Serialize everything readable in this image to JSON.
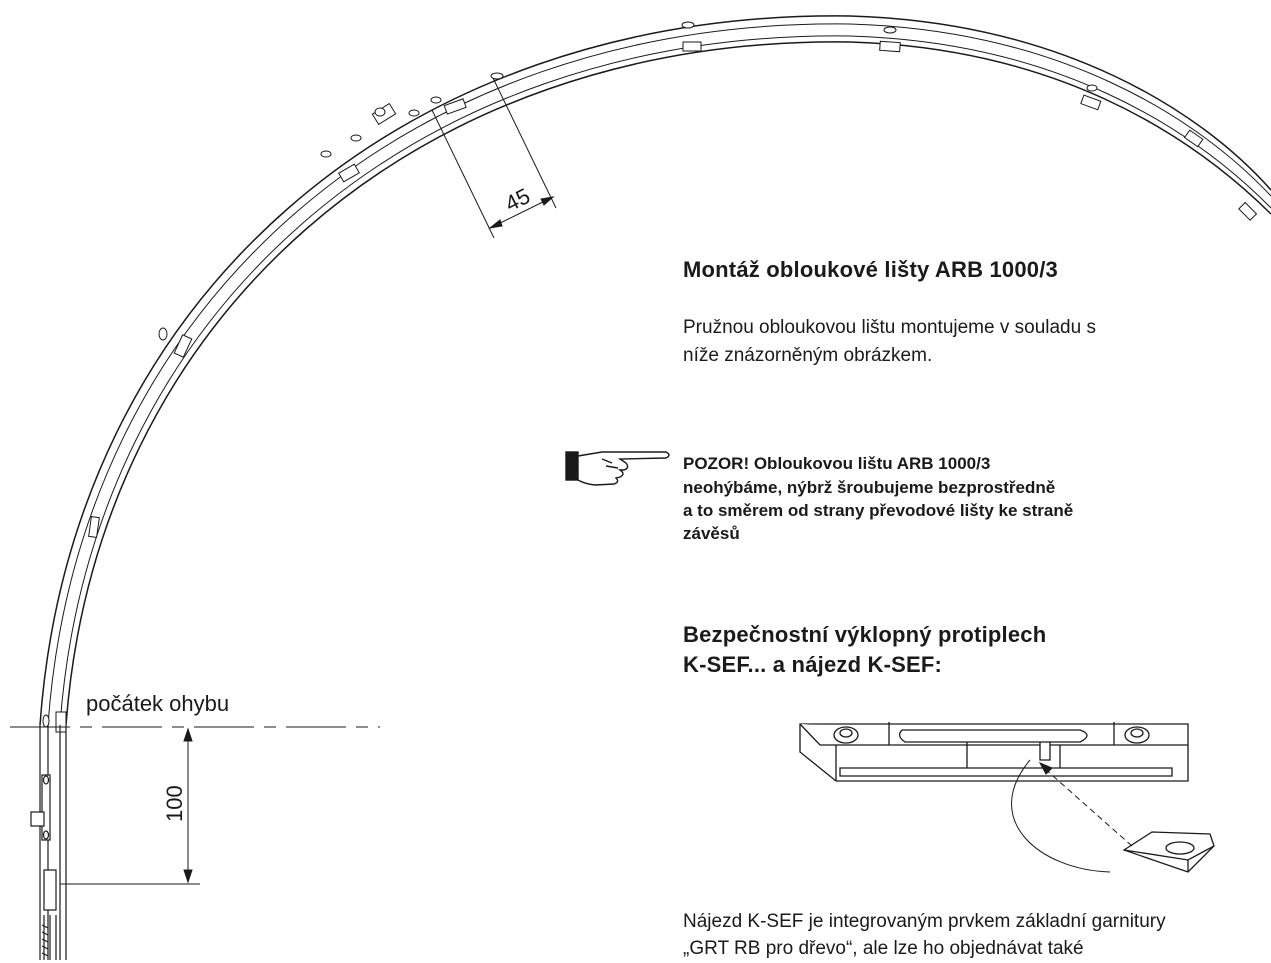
{
  "drawing": {
    "dimension_45": "45",
    "dimension_100": "100",
    "bend_start_label": "počátek ohybu"
  },
  "section1": {
    "title": "Montáž obloukové lišty ARB 1000/3",
    "paragraph": [
      "Pružnou obloukovou lištu montujeme v souladu s",
      "níže znázorněným obrázkem."
    ]
  },
  "warning": {
    "icon": "pointing-hand-icon",
    "lines": [
      "POZOR! Obloukovou lištu ARB 1000/3",
      "neohýbáme, nýbrž šroubujeme bezprostředně",
      "a to směrem od strany převodové lišty ke straně",
      "závěsů"
    ]
  },
  "section2": {
    "title_lines": [
      "Bezpečnostní výklopný protiplech",
      "K-SEF... a nájezd K-SEF:"
    ]
  },
  "footer": {
    "lines": [
      "Nájezd K-SEF je integrovaným prvkem základní garnitury",
      "„GRT RB pro dřevo“, ale lze ho objednávat také"
    ]
  }
}
